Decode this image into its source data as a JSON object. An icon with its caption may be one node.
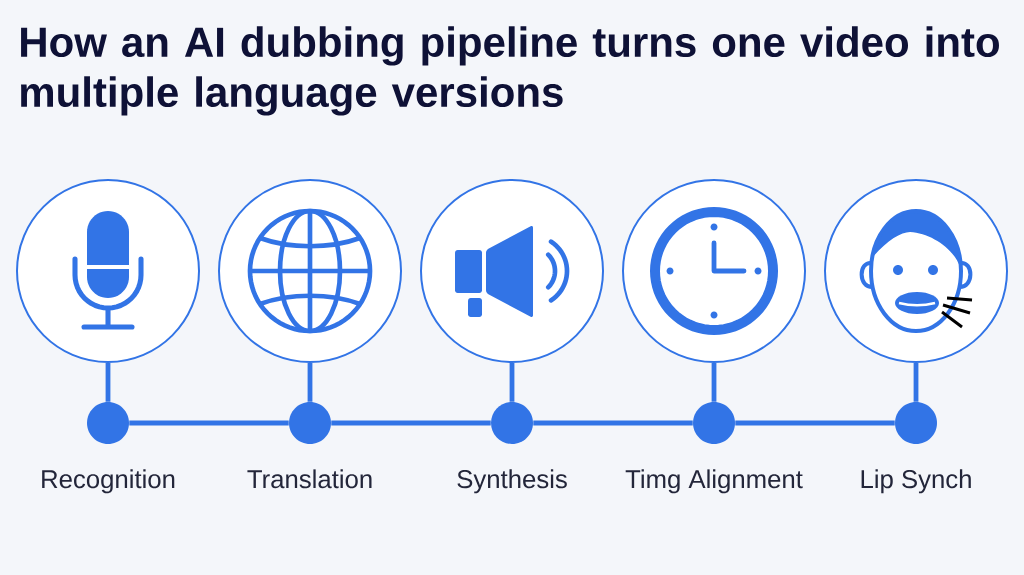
{
  "diagram": {
    "title": "How an AI dubbing pipeline turns one video into multiple language versions",
    "nodes": [
      {
        "text": [],
        "shape": "circle"
      },
      {
        "text": [],
        "shape": "circle"
      },
      {
        "text": [],
        "shape": "circle"
      },
      {
        "text": [],
        "shape": "circle"
      },
      {
        "text": [],
        "shape": "circle"
      },
      {
        "text": [],
        "shape": "circle",
        "beside": [
          "Recognition"
        ]
      },
      {
        "text": [],
        "shape": "circle",
        "beside": [
          "Translation"
        ]
      },
      {
        "text": [],
        "shape": "circle",
        "beside": [
          "Synthesis"
        ]
      },
      {
        "text": [],
        "shape": "circle",
        "beside": [
          "Timg Alignment"
        ]
      },
      {
        "text": [],
        "shape": "circle",
        "beside": [
          "Lip Synch"
        ]
      }
    ],
    "edges": [
      {
        "from": 0,
        "to": 5,
        "arrow": "none"
      },
      {
        "from": 1,
        "to": 6,
        "arrow": "none"
      },
      {
        "from": 2,
        "to": 7,
        "arrow": "none"
      },
      {
        "from": 3,
        "to": 8,
        "arrow": "none"
      },
      {
        "from": 4,
        "to": 9,
        "arrow": "none"
      },
      {
        "from": 5,
        "to": 6,
        "arrow": "none"
      },
      {
        "from": 6,
        "to": 7,
        "arrow": "none"
      },
      {
        "from": 7,
        "to": 8,
        "arrow": "none"
      },
      {
        "from": 8,
        "to": 9,
        "arrow": "none"
      }
    ]
  }
}
